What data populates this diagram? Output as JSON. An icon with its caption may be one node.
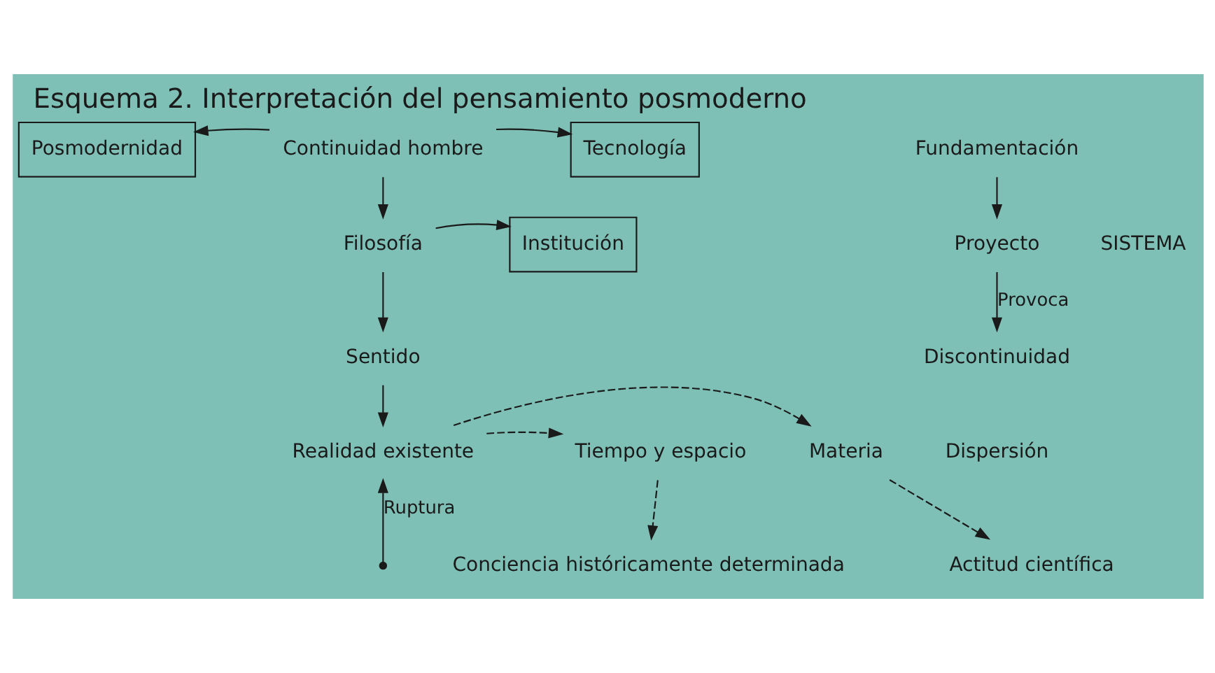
{
  "diagram": {
    "title": "Esquema 2. Interpretación del pensamiento posmoderno",
    "nodes": [
      {
        "text": [
          "Posmodernidad"
        ]
      },
      {
        "text": [
          "Continuidad hombre"
        ]
      },
      {
        "text": [
          "Tecnología"
        ]
      },
      {
        "text": [
          "Filosofía"
        ]
      },
      {
        "text": [
          "Institución"
        ]
      },
      {
        "text": [
          "Sentido"
        ]
      },
      {
        "text": [
          "Tiempo y espacio"
        ]
      },
      {
        "text": [
          "Realidad existente"
        ]
      },
      {
        "text": [
          "Materia"
        ]
      },
      {
        "text": [
          "Conciencia históricamente determinada"
        ]
      },
      {
        "text": [
          "Actitud científica"
        ]
      },
      {
        "text": [
          "Fundamentación"
        ]
      },
      {
        "text": [
          "Proyecto"
        ]
      },
      {
        "text": [
          "Discontinuidad"
        ]
      },
      {
        "text": [
          "Dispersión"
        ]
      }
    ],
    "edges": [
      {
        "from": 1,
        "to": 0,
        "arrow": "to"
      },
      {
        "from": 1,
        "to": 2,
        "arrow": "to"
      },
      {
        "from": 1,
        "to": 3,
        "arrow": "to"
      },
      {
        "from": 3,
        "to": 4,
        "arrow": "to"
      },
      {
        "from": 3,
        "to": 5,
        "arrow": "to"
      },
      {
        "from": 5,
        "to": 7,
        "arrow": "to"
      },
      {
        "from": 7,
        "to": 6,
        "arrow": "to",
        "style": "dashed"
      },
      {
        "from": 7,
        "to": 8,
        "arrow": "to",
        "style": "dashed"
      },
      {
        "from": 6,
        "to": 9,
        "arrow": "to",
        "style": "dashed"
      },
      {
        "from": 8,
        "to": 10,
        "arrow": "to",
        "style": "dashed"
      },
      {
        "from": null,
        "to": 7,
        "arrow": "to",
        "label": "Ruptura"
      },
      {
        "from": 11,
        "to": 12,
        "arrow": "to"
      },
      {
        "from": 12,
        "to": 13,
        "arrow": "to",
        "label": "Provoca"
      }
    ],
    "labels": [
      "SISTEMA"
    ]
  }
}
